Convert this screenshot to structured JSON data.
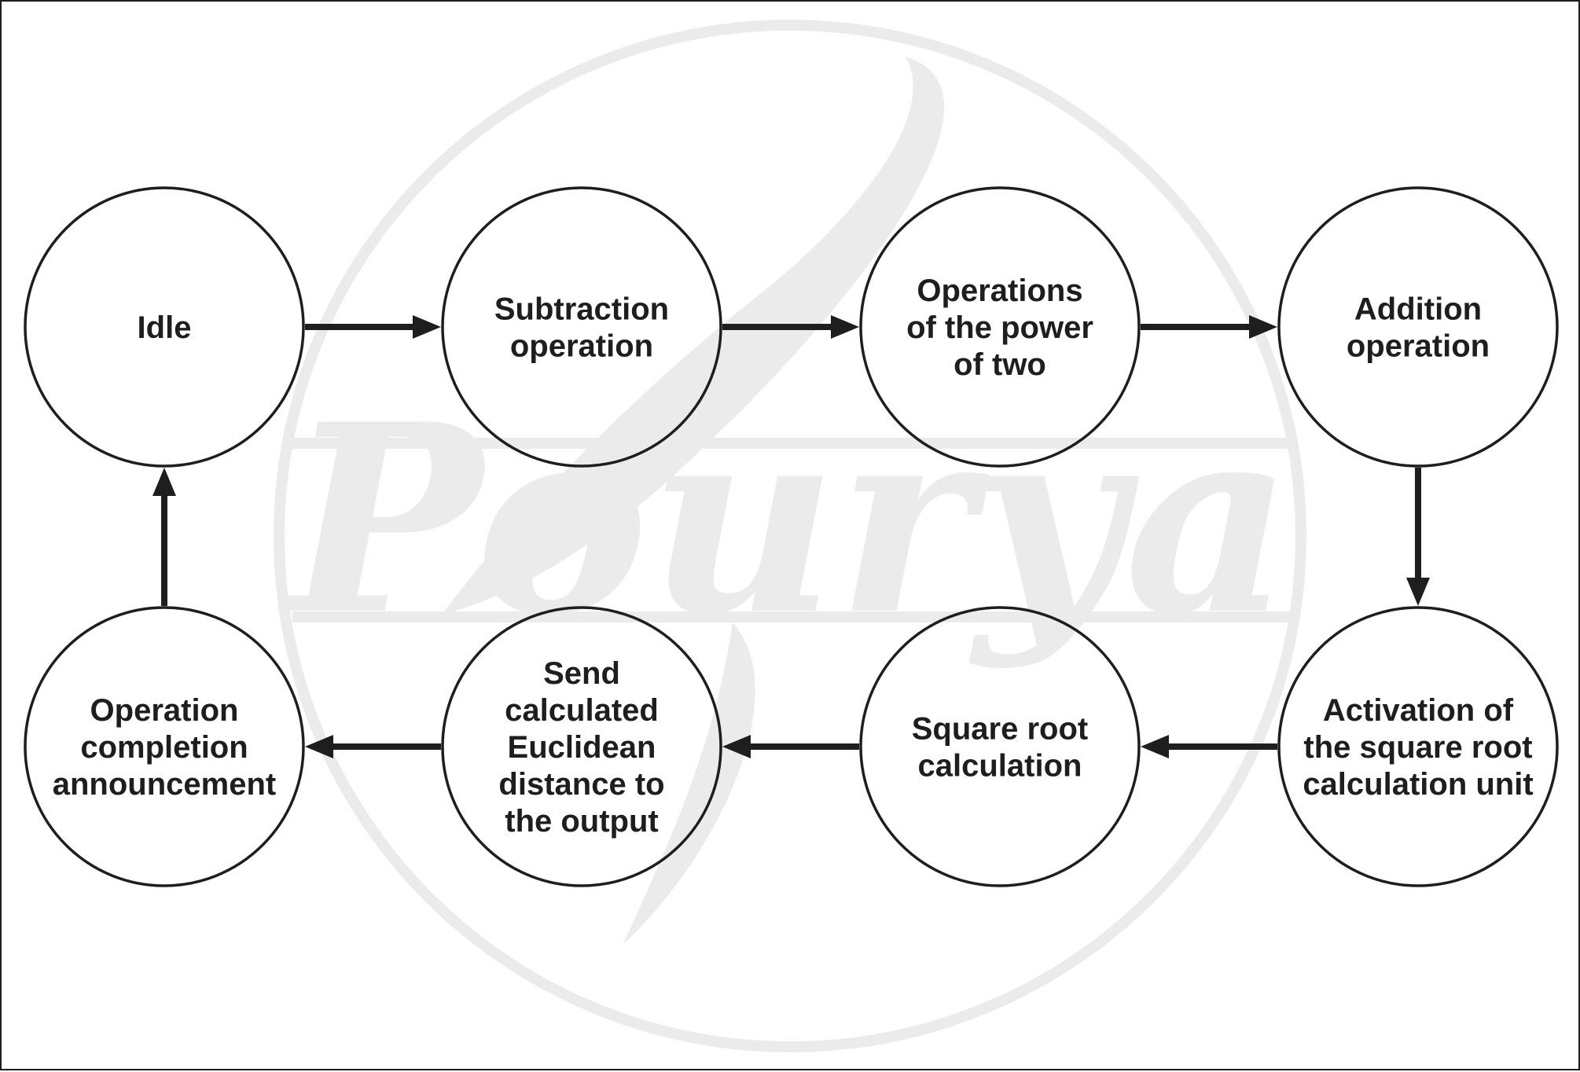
{
  "watermark": {
    "text": "Pourya"
  },
  "colors": {
    "stroke": "#1e1e1e",
    "watermark": "#ebebeb",
    "background": "#ffffff"
  },
  "nodes": [
    {
      "id": "idle",
      "lines": [
        "Idle"
      ]
    },
    {
      "id": "subtraction",
      "lines": [
        "Subtraction",
        "operation"
      ]
    },
    {
      "id": "power-of-two",
      "lines": [
        "Operations",
        "of the power",
        "of two"
      ]
    },
    {
      "id": "addition",
      "lines": [
        "Addition",
        "operation"
      ]
    },
    {
      "id": "sqrt-activation",
      "lines": [
        "Activation of",
        "the square root",
        "calculation unit"
      ]
    },
    {
      "id": "sqrt-calculation",
      "lines": [
        "Square root",
        "calculation"
      ]
    },
    {
      "id": "send-output",
      "lines": [
        "Send",
        "calculated",
        "Euclidean",
        "distance to",
        "the output"
      ]
    },
    {
      "id": "completion",
      "lines": [
        "Operation",
        "completion",
        "announcement"
      ]
    }
  ],
  "edges": [
    {
      "from": "idle",
      "to": "subtraction"
    },
    {
      "from": "subtraction",
      "to": "power-of-two"
    },
    {
      "from": "power-of-two",
      "to": "addition"
    },
    {
      "from": "addition",
      "to": "sqrt-activation"
    },
    {
      "from": "sqrt-activation",
      "to": "sqrt-calculation"
    },
    {
      "from": "sqrt-calculation",
      "to": "send-output"
    },
    {
      "from": "send-output",
      "to": "completion"
    },
    {
      "from": "completion",
      "to": "idle"
    }
  ]
}
